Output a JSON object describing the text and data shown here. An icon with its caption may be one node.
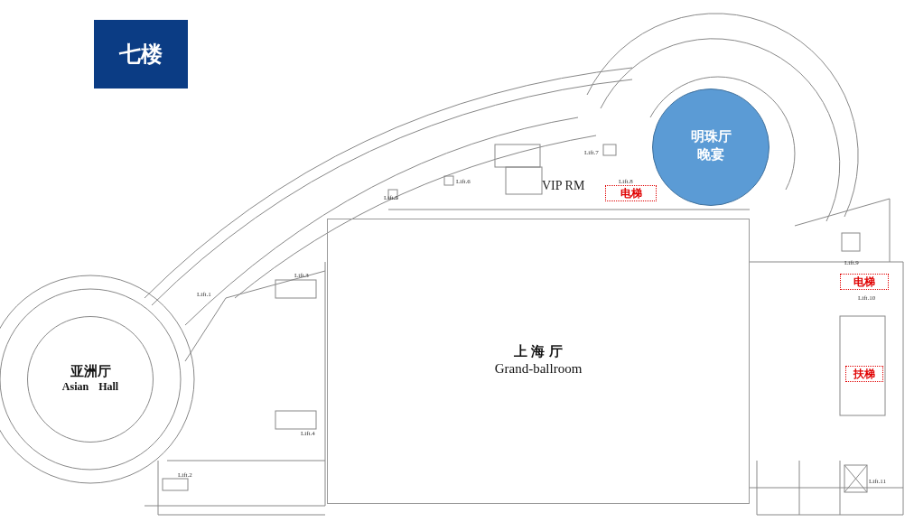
{
  "diagram": {
    "title": "七楼",
    "nodes": [
      {
        "text": [
          "明珠厅",
          "晚宴"
        ]
      },
      {
        "text": [
          "电梯"
        ]
      },
      {
        "text": [
          "电梯"
        ]
      },
      {
        "text": [
          "亚洲厅",
          "Asian Hall"
        ]
      },
      {
        "text": [
          "上 海 厅",
          "Grand-ballroom"
        ]
      },
      {
        "text": [
          "扶梯"
        ]
      }
    ],
    "labels": [
      "Lift.7",
      "Lift.6",
      "VIP RM",
      "Lift.8",
      "Lift.5",
      "Lift.9",
      "Lift.3",
      "Lift.1",
      "Lift.10",
      "Lift.4",
      "Lift.2",
      "Lift.11"
    ]
  }
}
